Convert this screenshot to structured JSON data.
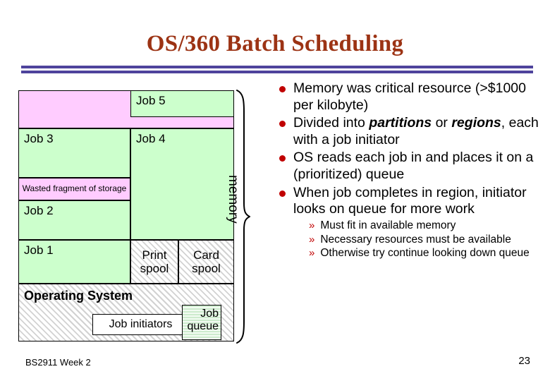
{
  "slide": {
    "title": "OS/360 Batch Scheduling",
    "footer_left": "BS2911 Week 2",
    "page_number": "23",
    "accent_rule_color": "#4e439c",
    "title_color": "#9c3314",
    "bullet_marker_color": "#c00000"
  },
  "diagram": {
    "axis_label": "memory",
    "colors": {
      "job_fill": "#ccffcc",
      "wasted_fill": "#ffccff",
      "os_fill_hatch": "#d2d2d2",
      "queue_stripe": "#cdebcd"
    },
    "blocks": {
      "top_fragment": "",
      "job5": "Job 5",
      "job3": "Job 3",
      "job4": "Job 4",
      "wasted": "Wasted fragment of storage",
      "job2": "Job 2",
      "job1": "Job 1",
      "print_spool": "Print spool",
      "card_spool": "Card spool",
      "operating_system": "Operating System",
      "job_initiators": "Job initiators",
      "job_queue": "Job queue"
    }
  },
  "bullets": [
    {
      "level": 1,
      "marker": "disc",
      "parts": [
        {
          "text": "Memory was critical resource (>$1000 per kilobyte)",
          "style": "normal"
        }
      ]
    },
    {
      "level": 1,
      "marker": "disc",
      "parts": [
        {
          "text": "Divided into ",
          "style": "normal"
        },
        {
          "text": "partitions",
          "style": "bold-italic"
        },
        {
          "text": " or ",
          "style": "normal"
        },
        {
          "text": "regions",
          "style": "bold-italic"
        },
        {
          "text": ", each with a job initiator",
          "style": "normal"
        }
      ]
    },
    {
      "level": 1,
      "marker": "disc",
      "parts": [
        {
          "text": "OS reads each job in and places it on a (prioritized) queue",
          "style": "normal"
        }
      ]
    },
    {
      "level": 1,
      "marker": "disc",
      "parts": [
        {
          "text": "When job completes in region, initiator looks on queue for more work",
          "style": "normal"
        }
      ]
    },
    {
      "level": 2,
      "marker": "guillemet",
      "parts": [
        {
          "text": "Must fit in available memory",
          "style": "normal"
        }
      ]
    },
    {
      "level": 2,
      "marker": "guillemet",
      "parts": [
        {
          "text": "Necessary resources must be available",
          "style": "normal"
        }
      ]
    },
    {
      "level": 2,
      "marker": "guillemet",
      "parts": [
        {
          "text": "Otherwise try continue looking down queue",
          "style": "normal"
        }
      ]
    }
  ],
  "markers": {
    "guillemet": "»"
  }
}
